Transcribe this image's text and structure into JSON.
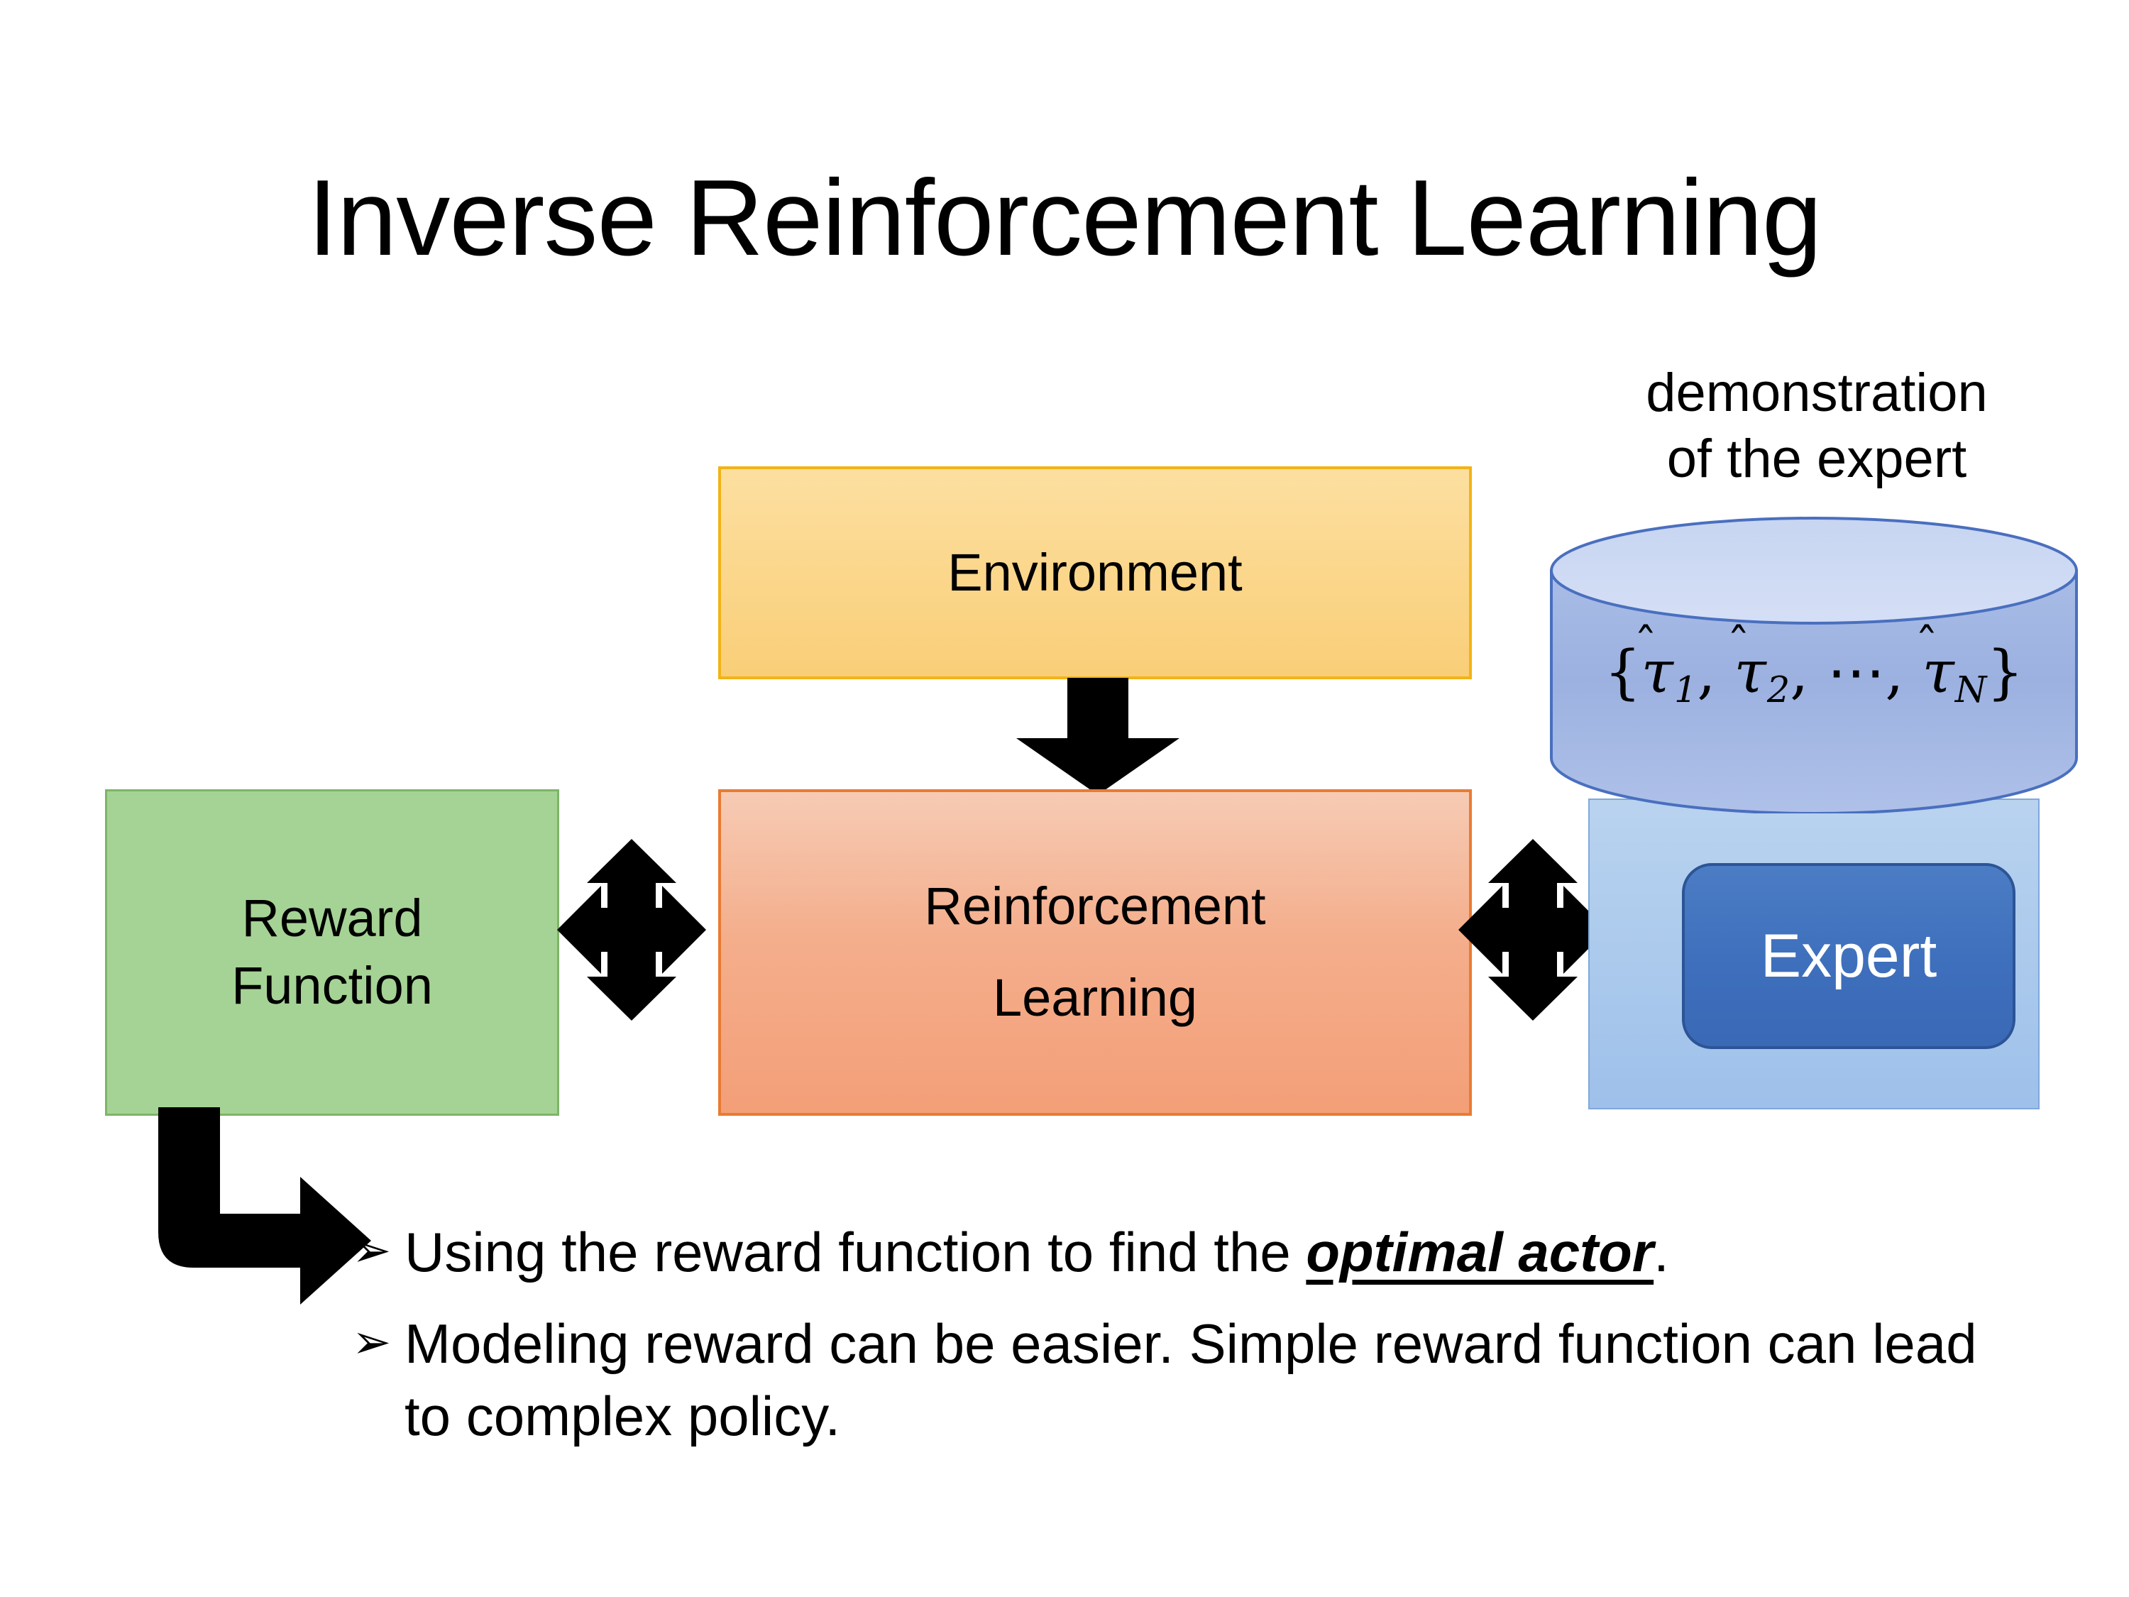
{
  "slide": {
    "title": "Inverse Reinforcement Learning",
    "background_color": "#FFFFFF"
  },
  "diagram": {
    "environment": {
      "label": "Environment",
      "fill_color": "#FBD68A",
      "border_color": "#F2B315"
    },
    "reinforcement_learning": {
      "label_line1": "Reinforcement",
      "label_line2": "Learning",
      "fill_color": "#F4AE8C",
      "border_color": "#E97B33"
    },
    "reward_function": {
      "label_line1": "Reward",
      "label_line2": "Function",
      "fill_color": "#A5D395",
      "border_color": "#7DB567"
    },
    "expert_group": {
      "caption_line1": "demonstration",
      "caption_line2": "of the expert",
      "cylinder_math": "{τ̂1, τ̂2, ⋯, τ̂N}",
      "cylinder_math_parts": {
        "open_brace": "{",
        "tau": "τ",
        "hat": "̂",
        "sub1": "1",
        "sub2": "2",
        "subN": "N",
        "comma": ",",
        "ellipsis": "⋯",
        "close_brace": "}"
      },
      "expert_label": "Expert",
      "panel_color": "#A9C8EC",
      "cylinder_body_color": "#9DB3E0",
      "cylinder_top_color": "#CBD8F2",
      "expert_chip_color": "#3E6FBC",
      "expert_text_color": "#FFFFFF"
    },
    "connectors": {
      "environment_to_rl": "down-arrow",
      "reward_to_rl": "four-way-double-arrow",
      "rl_to_expert": "four-way-double-arrow",
      "reward_to_bullets": "elbow-arrow",
      "color": "#000000"
    }
  },
  "bullets": [
    {
      "marker": "➢",
      "prefix": "Using the reward function to find the ",
      "emphasis": "optimal actor",
      "suffix": "."
    },
    {
      "marker": "➢",
      "prefix": "Modeling reward can be easier. Simple reward function can lead to complex policy.",
      "emphasis": "",
      "suffix": ""
    }
  ]
}
